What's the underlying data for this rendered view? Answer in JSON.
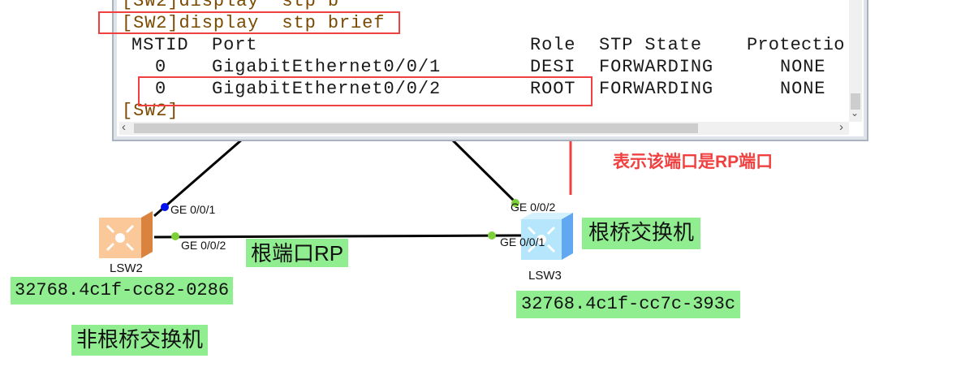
{
  "terminal": {
    "lines": [
      "[SW2]display  stp b",
      "[SW2]display  stp brief"
    ],
    "headers": {
      "mstid": "MSTID",
      "port": "Port",
      "role": "Role",
      "state": "STP State",
      "protection": "Protectio"
    },
    "rows": [
      {
        "mstid": "0",
        "port": "GigabitEthernet0/0/1",
        "role": "DESI",
        "state": "FORWARDING",
        "protection": "NONE"
      },
      {
        "mstid": "0",
        "port": "GigabitEthernet0/0/2",
        "role": "ROOT",
        "state": "FORWARDING",
        "protection": "NONE"
      }
    ],
    "prompt": "[SW2]",
    "scroll_left": "‹",
    "scroll_right": "›",
    "scroll_down": "⌄"
  },
  "annotation": "表示该端口是RP端口",
  "topology": {
    "lsw2": {
      "name": "LSW2",
      "ports": [
        "GE 0/0/1",
        "GE 0/0/2"
      ],
      "bridge_id": "32768.4c1f-cc82-0286",
      "role_label": "非根桥交换机"
    },
    "lsw3": {
      "name": "LSW3",
      "ports": [
        "GE 0/0/2",
        "GE 0/0/1"
      ],
      "bridge_id": "32768.4c1f-cc7c-393c",
      "role_label": "根桥交换机"
    },
    "link_label": "根端口RP"
  },
  "colors": {
    "highlight": "#90ee90",
    "annotation": "#f04040"
  }
}
